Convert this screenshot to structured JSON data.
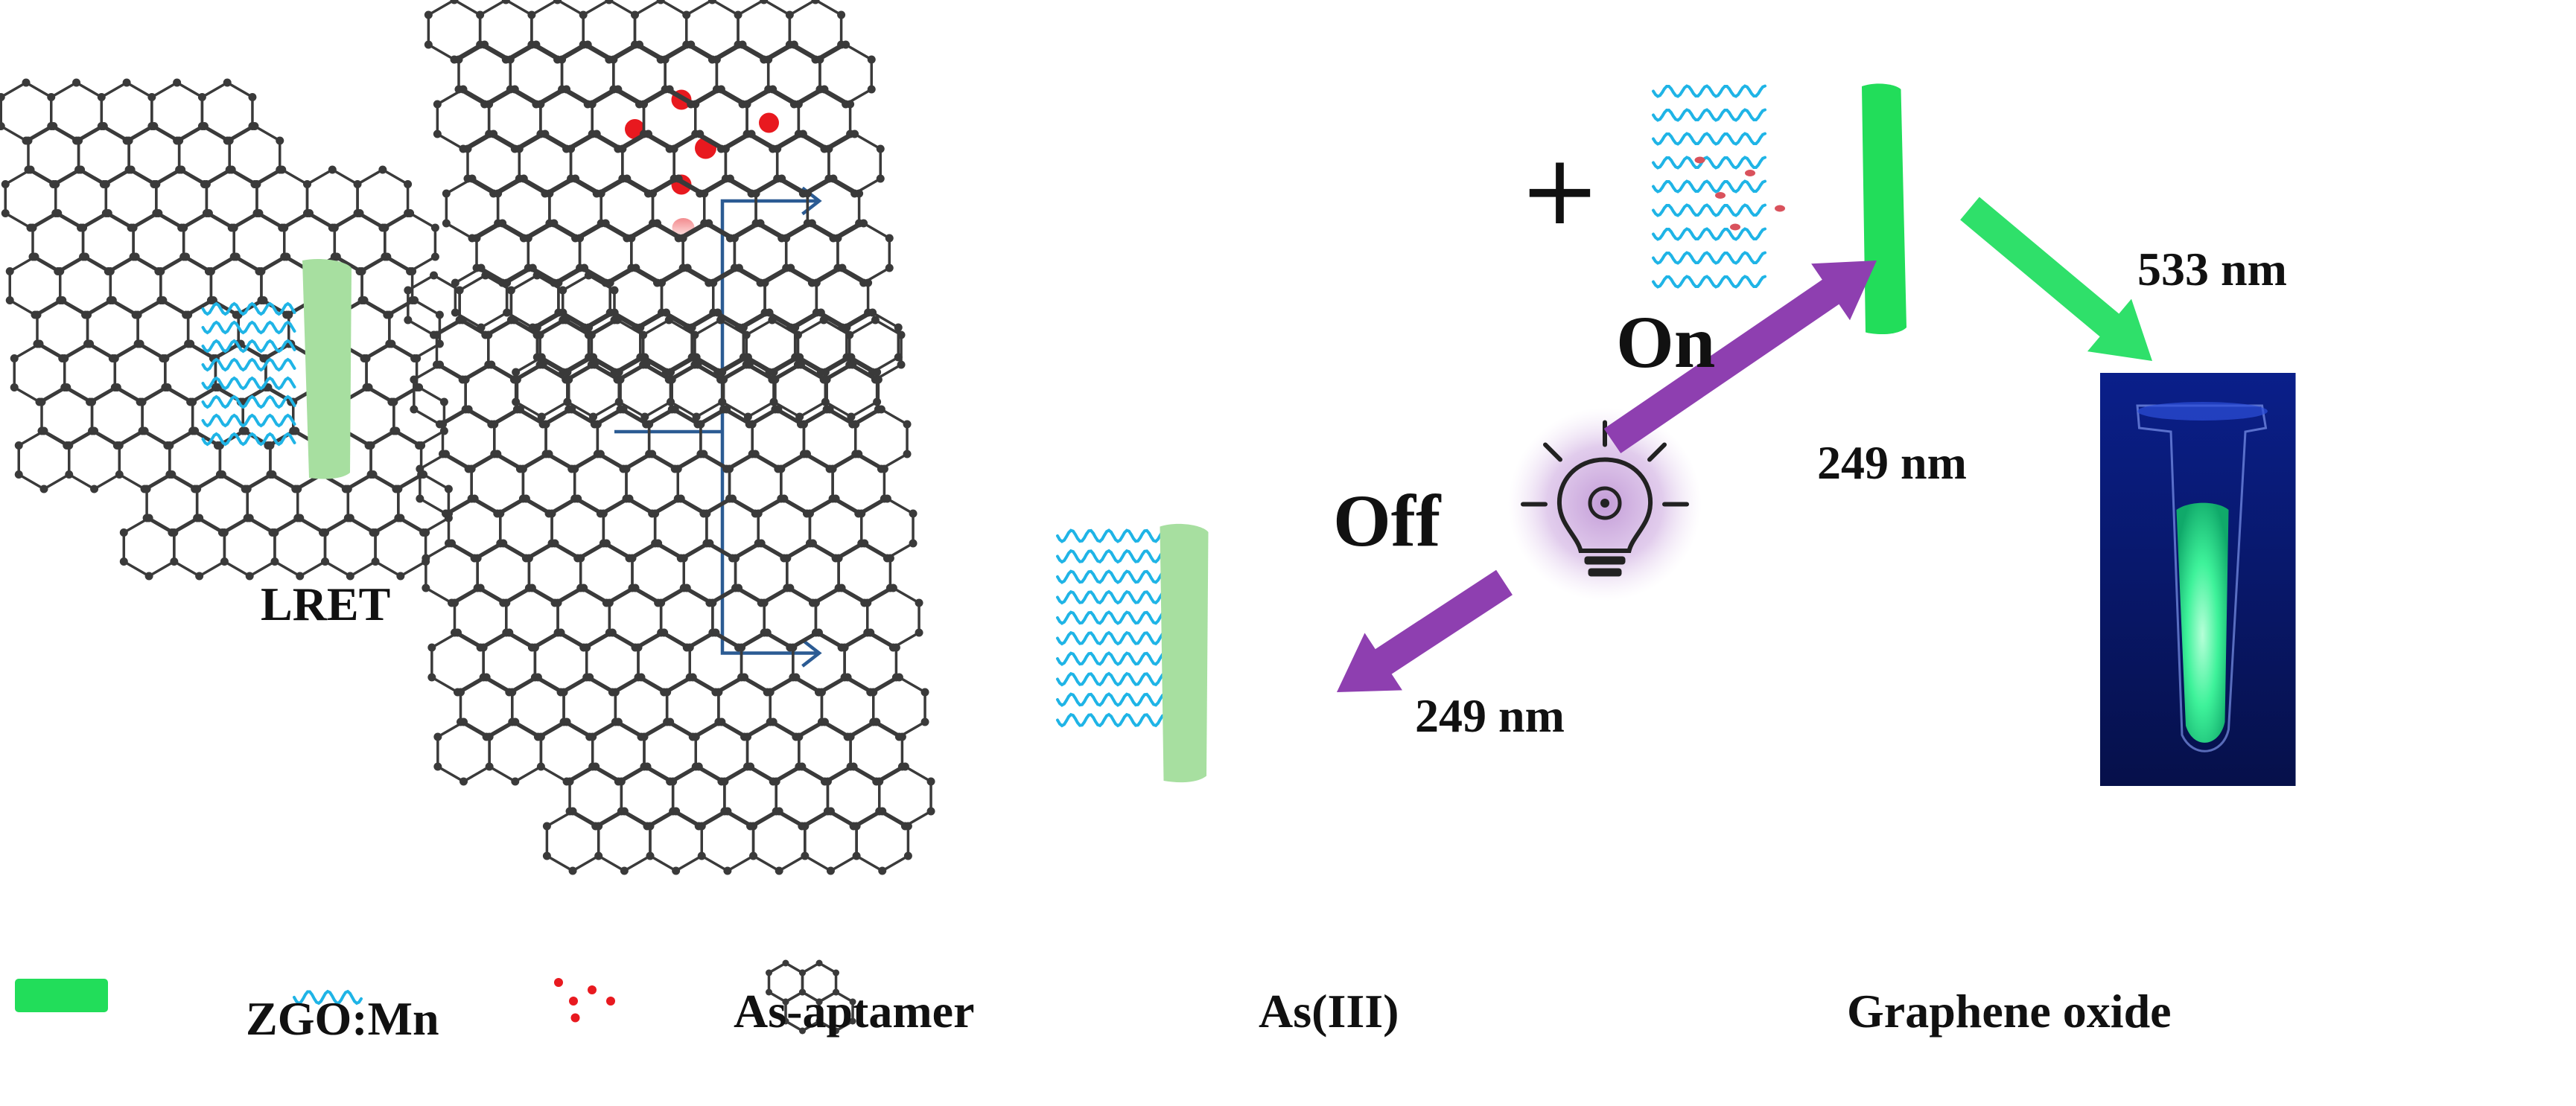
{
  "labels": {
    "lret": "LRET",
    "on": "On",
    "off": "Off",
    "plus": "+",
    "wavelength_on": "249 nm",
    "wavelength_off": "249 nm",
    "wavelength_emission": "533 nm"
  },
  "legend": {
    "zgo": "ZGO:Mn",
    "aptamer": "As-aptamer",
    "arsenic": "As(III)",
    "graphene": "Graphene oxide"
  },
  "colors": {
    "graphene": "#3a3a3a",
    "aptamer": "#1fb4e6",
    "zgo_faded": "#a7dfa0",
    "zgo_bright": "#22dd5a",
    "arrow_flow": "#2b5b93",
    "arrow_light": "#8e3fb0",
    "arrow_emission": "#2fe06a",
    "arsenic": "#e8191f",
    "tube_bg": "#0a1a78"
  },
  "icons": [
    "lightbulb-icon",
    "vial-photo"
  ]
}
